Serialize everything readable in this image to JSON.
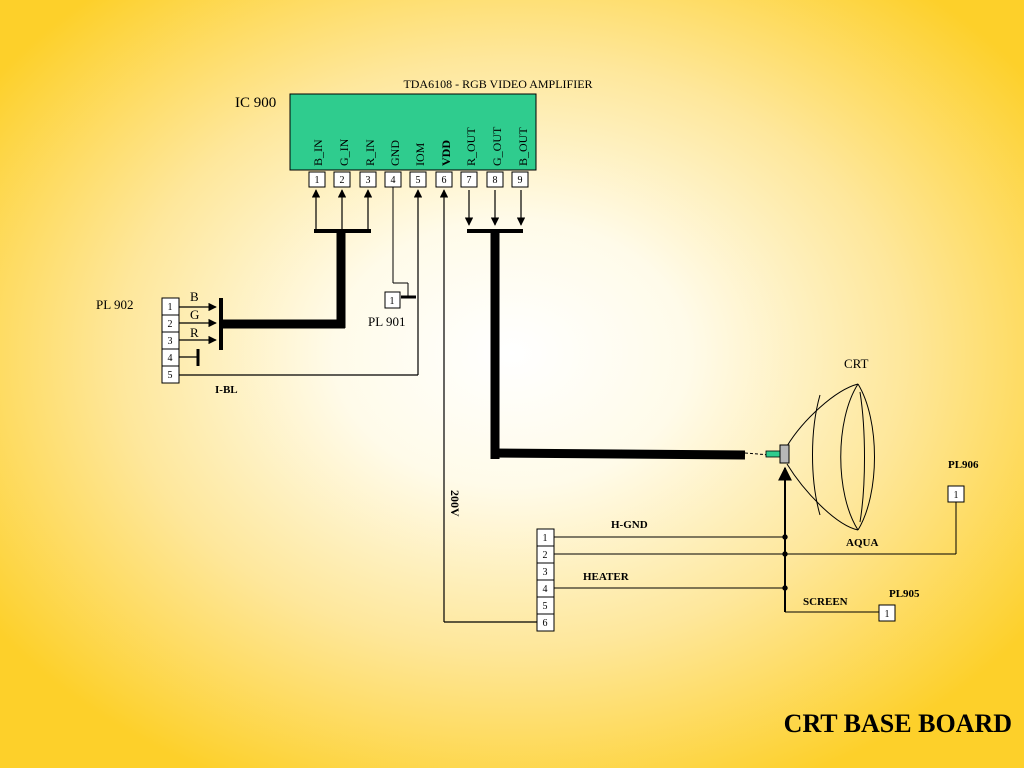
{
  "ic": {
    "title": "TDA6108 - RGB VIDEO AMPLIFIER",
    "ref": "IC 900",
    "pin_names": [
      "B_IN",
      "G_IN",
      "R_IN",
      "GND",
      "IOM",
      "VDD",
      "R_OUT",
      "G_OUT",
      "B_OUT"
    ],
    "pin_numbers": [
      "1",
      "2",
      "3",
      "4",
      "5",
      "6",
      "7",
      "8",
      "9"
    ],
    "body_color": "#2fcc8e"
  },
  "pl902": {
    "ref": "PL 902",
    "pins": [
      "1",
      "2",
      "3",
      "4",
      "5"
    ],
    "signals": [
      "B",
      "G",
      "R"
    ],
    "iblank_label": "I-BL"
  },
  "pl901": {
    "ref": "PL 901",
    "pin": "1"
  },
  "crt": {
    "label": "CRT",
    "aqua": "AQUA"
  },
  "voltage": "200V",
  "crt_connector": {
    "pins": [
      "1",
      "2",
      "3",
      "4",
      "5",
      "6"
    ],
    "hgnd": "H-GND",
    "heater": "HEATER",
    "screen": "SCREEN"
  },
  "pl906": {
    "ref": "PL906",
    "pin": "1"
  },
  "pl905": {
    "ref": "PL905",
    "pin": "1"
  },
  "page_title": "CRT BASE BOARD"
}
